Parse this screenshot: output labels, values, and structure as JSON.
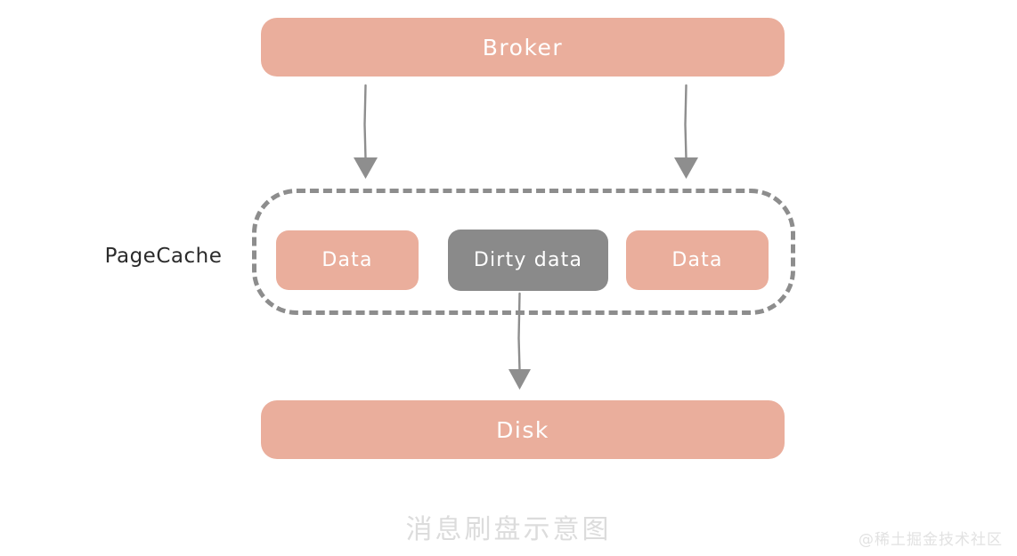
{
  "diagram": {
    "caption": "消息刷盘示意图",
    "watermark": "@稀土掘金技术社区",
    "colors": {
      "accent_salmon": "#eaae9c",
      "dirty_gray": "#8a8a8a",
      "dashed_border": "#8d8d8d",
      "arrow": "#8e8e8e",
      "label_text": "#2b2b2b",
      "caption_text": "#dcdcdc",
      "node_text": "#ffffff",
      "background": "#ffffff"
    }
  },
  "nodes": {
    "broker": {
      "label": "Broker"
    },
    "disk": {
      "label": "Disk"
    },
    "pagecache": {
      "label": "PageCache",
      "cells": [
        {
          "label": "Data",
          "kind": "clean"
        },
        {
          "label": "Dirty data",
          "kind": "dirty"
        },
        {
          "label": "Data",
          "kind": "clean"
        }
      ]
    }
  },
  "arrows": [
    {
      "name": "broker-to-pagecache-left",
      "from": "broker",
      "to": "pagecache",
      "direction": "down"
    },
    {
      "name": "broker-to-pagecache-right",
      "from": "broker",
      "to": "pagecache",
      "direction": "down"
    },
    {
      "name": "dirty-data-to-disk",
      "from": "dirty-data",
      "to": "disk",
      "direction": "down"
    }
  ]
}
